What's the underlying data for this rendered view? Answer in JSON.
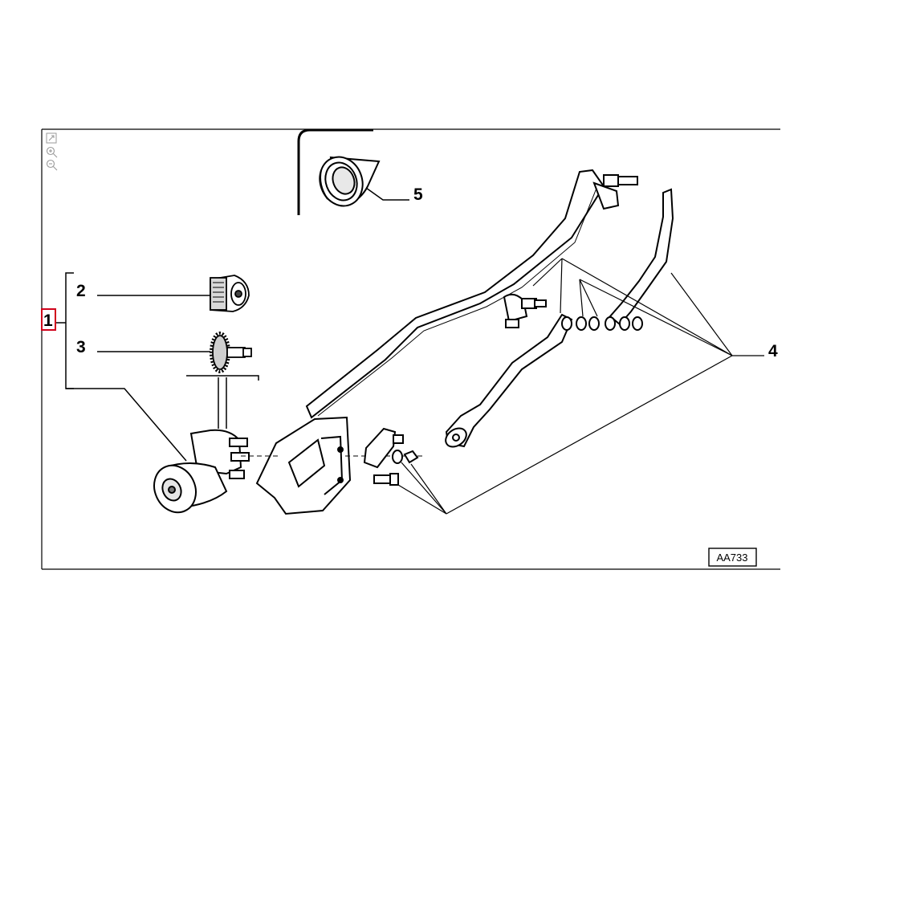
{
  "diagram": {
    "ref_code": "AA733",
    "callouts": [
      {
        "id": "1",
        "label": "1",
        "selected": true
      },
      {
        "id": "2",
        "label": "2"
      },
      {
        "id": "3",
        "label": "3"
      },
      {
        "id": "4",
        "label": "4"
      },
      {
        "id": "5",
        "label": "5"
      }
    ]
  },
  "toolbar": {
    "tools": [
      {
        "icon": "fit-to-window-icon"
      },
      {
        "icon": "zoom-in-icon"
      },
      {
        "icon": "zoom-out-icon"
      }
    ]
  },
  "colors": {
    "selection": "#d0021b",
    "line": "#000000",
    "background": "#ffffff"
  }
}
